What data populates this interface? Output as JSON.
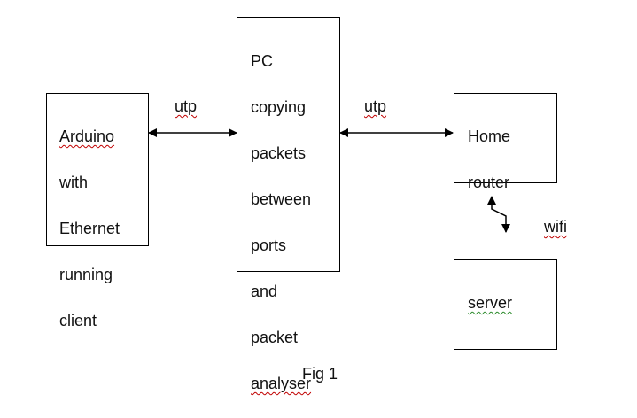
{
  "nodes": {
    "arduino": {
      "lines": [
        "Arduino",
        "with",
        "Ethernet",
        "running",
        "client"
      ]
    },
    "pc": {
      "lines": [
        "PC",
        "copying",
        "packets",
        "between",
        "ports",
        "and",
        "packet",
        "analyser"
      ]
    },
    "router": {
      "lines": [
        "Home",
        "router"
      ]
    },
    "server": {
      "lines": [
        "server"
      ]
    }
  },
  "links": {
    "arduino_pc": "utp",
    "pc_router": "utp",
    "router_server": "wifi"
  },
  "caption": "Fig 1"
}
